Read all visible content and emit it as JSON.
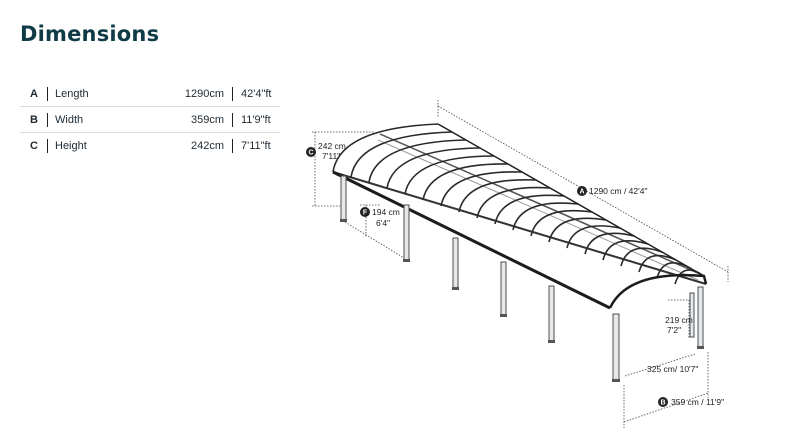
{
  "page": {
    "title": "Dimensions"
  },
  "dimensions": [
    {
      "letter": "A",
      "name": "Length",
      "cm": "1290cm",
      "ft": "42'4\"ft"
    },
    {
      "letter": "B",
      "name": "Width",
      "cm": "359cm",
      "ft": "11'9\"ft"
    },
    {
      "letter": "C",
      "name": "Height",
      "cm": "242cm",
      "ft": "7'11\"ft"
    }
  ],
  "diagram": {
    "badges": {
      "a": "A",
      "b": "B",
      "c": "C",
      "f": "F"
    },
    "labels": {
      "length": "1290 cm / 42'4\"",
      "width": "359 cm / 11'9\"",
      "height_cm": "242 cm",
      "height_ft": "7'11\"",
      "side_cm": "194 cm",
      "side_ft": "6'4\"",
      "front_cm": "219 cm",
      "front_ft": "7'2\"",
      "inner_width": "325 cm/  10'7\""
    }
  }
}
